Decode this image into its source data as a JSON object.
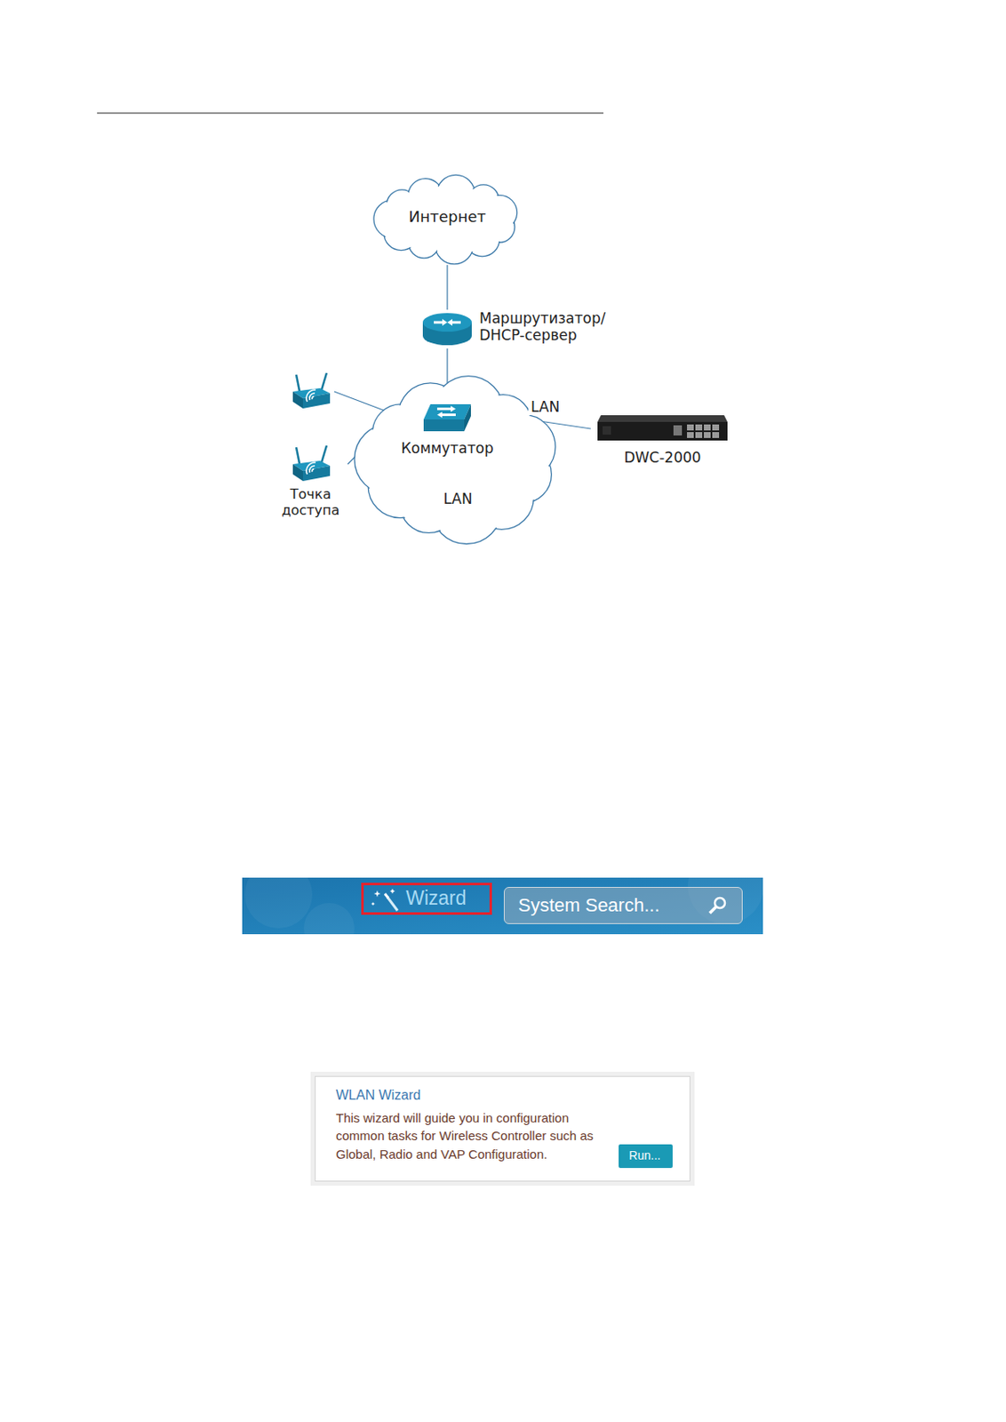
{
  "diagram": {
    "nodes": [
      {
        "text": [
          "Интернет"
        ]
      },
      {
        "text": [
          "Маршрутизатор/ DHCP-сервер"
        ]
      },
      {
        "text": []
      },
      {
        "text": [
          "LAN"
        ]
      },
      {
        "text": [
          "Коммутатор"
        ],
        "in": 3
      },
      {
        "text": [
          "Точка доступа"
        ]
      },
      {
        "text": [
          "DWC-2000"
        ]
      },
      {
        "text": [
          "Wizard"
        ]
      },
      {
        "text": [
          "System Search..."
        ]
      },
      {
        "text": [
          "WLAN Wizard",
          "This wizard will guide you in configuration common tasks for Wireless Controller such as Global, Radio and VAP Configuration."
        ]
      },
      {
        "text": [
          "Run..."
        ],
        "in": 9
      }
    ],
    "edges": [
      {
        "from": 0,
        "to": 1,
        "arrow": "none"
      },
      {
        "from": 1,
        "to": 4,
        "arrow": "none"
      },
      {
        "from": 4,
        "to": 2,
        "arrow": "none"
      },
      {
        "from": 4,
        "to": 5,
        "arrow": "none"
      },
      {
        "from": 4,
        "to": 6,
        "label": "LAN",
        "arrow": "none"
      }
    ]
  }
}
